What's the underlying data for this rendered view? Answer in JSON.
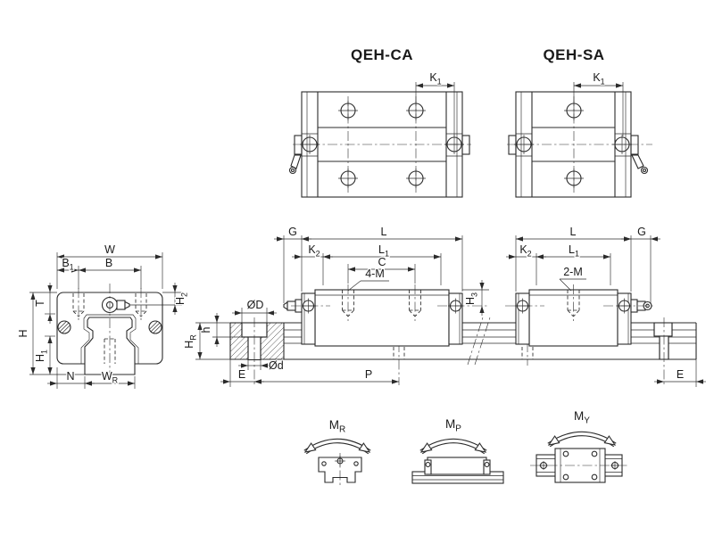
{
  "titles": {
    "model_ca": "QEH-CA",
    "model_sa": "QEH-SA"
  },
  "colors": {
    "accent": "#1787c9",
    "line": "#2b2b2b"
  },
  "dimension_labels": {
    "K1": {
      "base": "K",
      "sub": "1"
    },
    "K2": {
      "base": "K",
      "sub": "2"
    },
    "L": {
      "base": "L",
      "sub": ""
    },
    "L1": {
      "base": "L",
      "sub": "1"
    },
    "C": {
      "base": "C",
      "sub": ""
    },
    "G": {
      "base": "G",
      "sub": ""
    },
    "W": {
      "base": "W",
      "sub": ""
    },
    "B": {
      "base": "B",
      "sub": ""
    },
    "B1": {
      "base": "B",
      "sub": "1"
    },
    "T": {
      "base": "T",
      "sub": ""
    },
    "H": {
      "base": "H",
      "sub": ""
    },
    "H1": {
      "base": "H",
      "sub": "1"
    },
    "H2": {
      "base": "H",
      "sub": "2"
    },
    "H3": {
      "base": "H",
      "sub": "3"
    },
    "N": {
      "base": "N",
      "sub": ""
    },
    "WR": {
      "base": "W",
      "sub": "R"
    },
    "HR": {
      "base": "H",
      "sub": "R"
    },
    "h": {
      "base": "h",
      "sub": ""
    },
    "OD": {
      "base": "ØD",
      "sub": ""
    },
    "Od": {
      "base": "Ød",
      "sub": ""
    },
    "E": {
      "base": "E",
      "sub": ""
    },
    "P": {
      "base": "P",
      "sub": ""
    },
    "four_M": {
      "base": "4-M",
      "sub": ""
    },
    "two_M": {
      "base": "2-M",
      "sub": ""
    }
  },
  "moment_labels": {
    "MR": {
      "base": "M",
      "sub": "R"
    },
    "MP": {
      "base": "M",
      "sub": "P"
    },
    "MY": {
      "base": "M",
      "sub": "Y"
    }
  }
}
